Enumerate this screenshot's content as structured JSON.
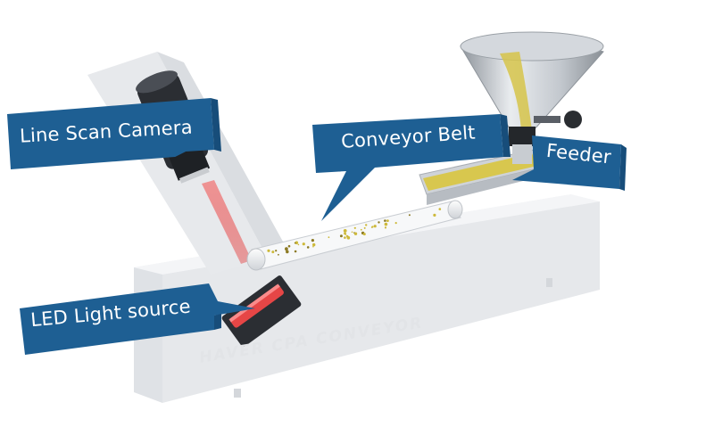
{
  "labels": {
    "camera": "Line Scan Camera",
    "belt": "Conveyor Belt",
    "feeder": "Feeder",
    "led": "LED Light source"
  },
  "watermark": "HAVER CPA CONVEYOR",
  "colors": {
    "callout": "#1e5f93",
    "callout_dark": "#174d7a",
    "housing": "#ebedf0",
    "housing_shade": "#dcdfe3",
    "laser": "#e65a5a",
    "material": "#d7c64a",
    "hopper": "#b9bec4"
  }
}
